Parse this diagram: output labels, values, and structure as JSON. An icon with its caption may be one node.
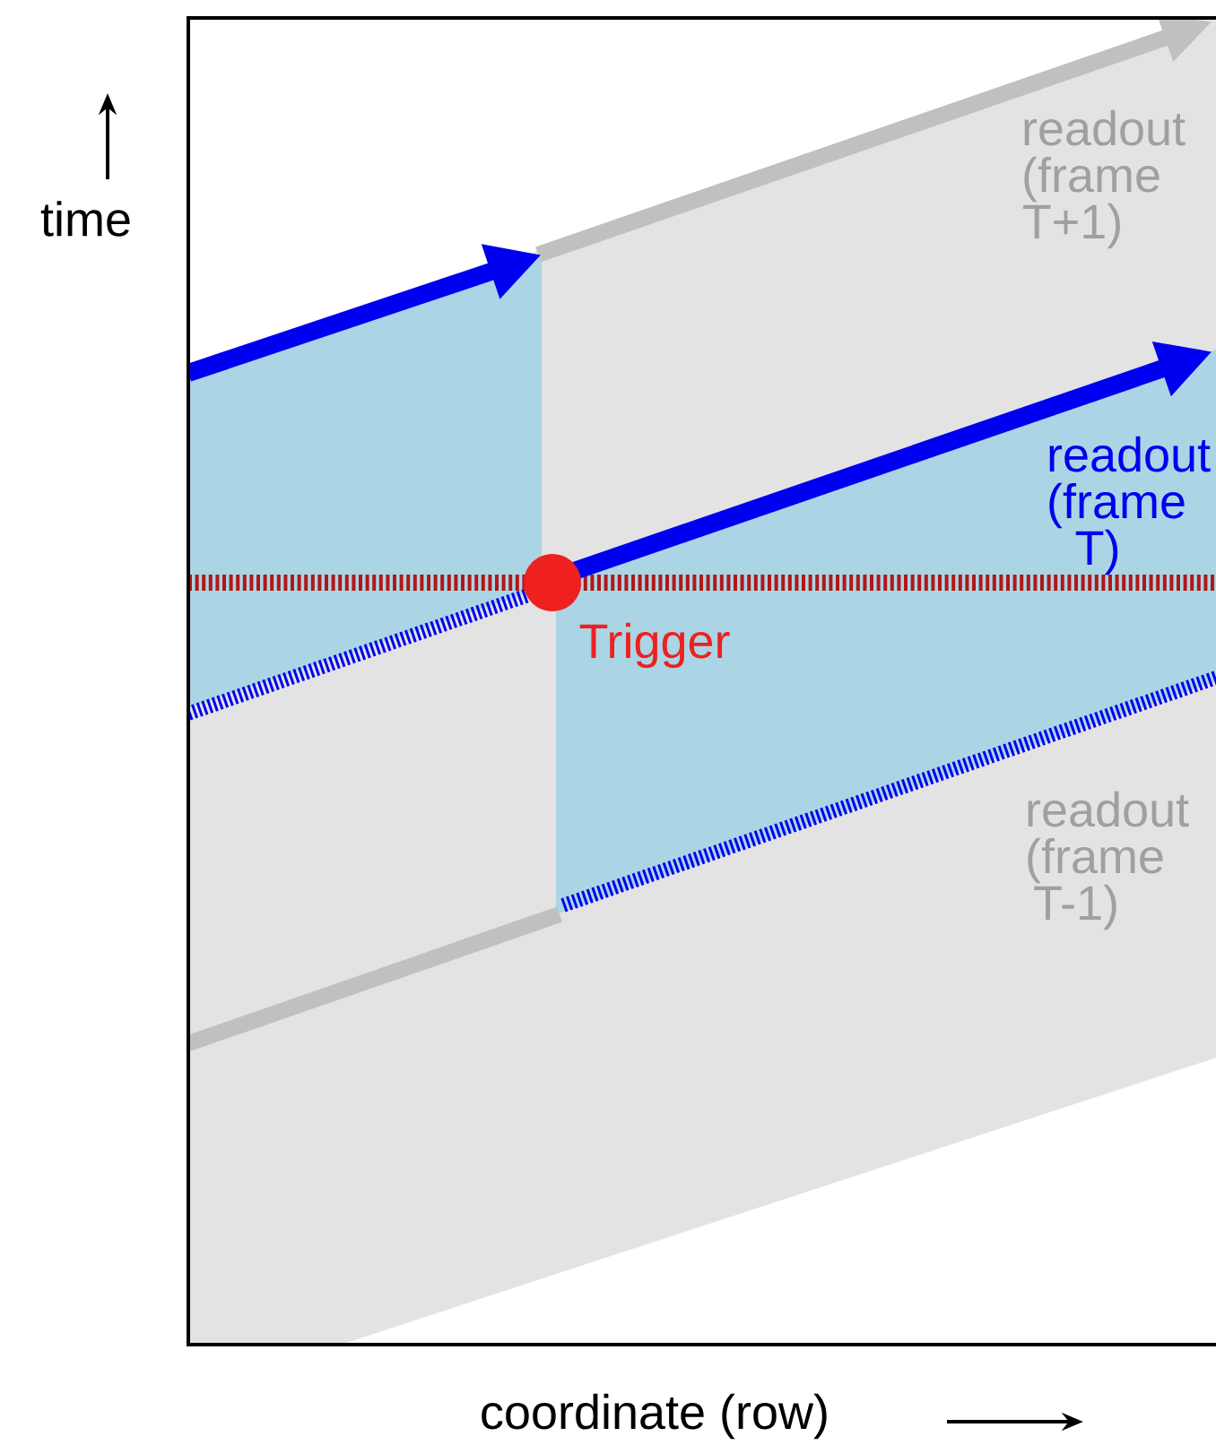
{
  "diagram": {
    "labels": [
      "time",
      "readout (frame T+1)",
      "readout (frame T)",
      "Trigger",
      "readout (frame T-1)",
      "coordinate (row)"
    ]
  }
}
